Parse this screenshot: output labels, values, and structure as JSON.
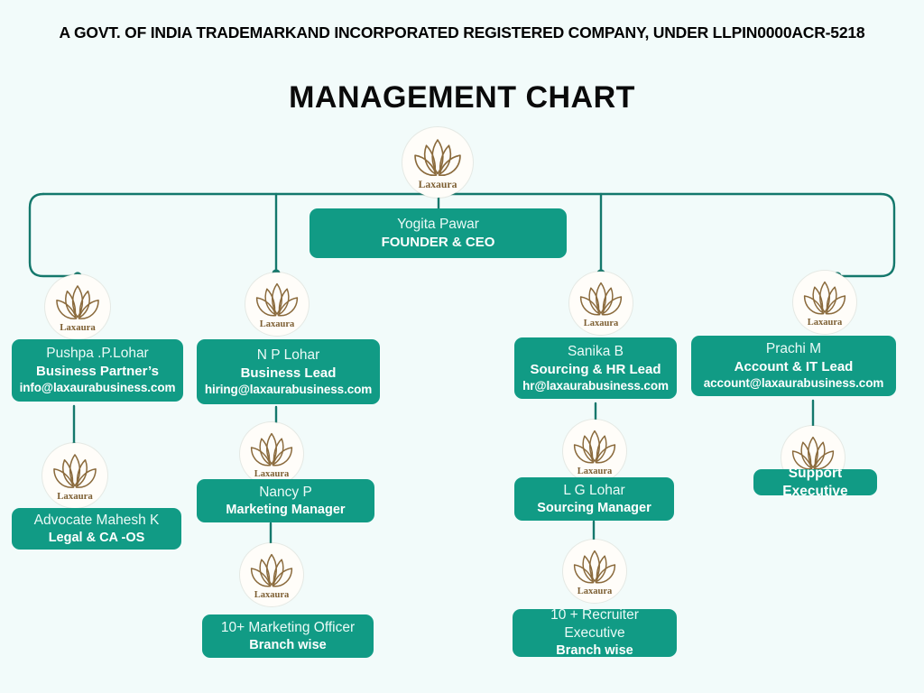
{
  "header": {
    "banner": "A GOVT. OF INDIA TRADEMARKAND INCORPORATED  REGISTERED COMPANY, UNDER LLPIN0000ACR-5218",
    "title": "MANAGEMENT CHART"
  },
  "brand": {
    "logo_text": "Laxaura",
    "logo_icon": "lotus-icon",
    "logo_color": "#8a6a3c"
  },
  "colors": {
    "background": "#f2fbfa",
    "node_fill": "#119b85",
    "node_text": "#ffffff",
    "connector": "#14786c"
  },
  "nodes": {
    "ceo": {
      "name": "Yogita Pawar",
      "role": "FOUNDER & CEO",
      "email": ""
    },
    "partner": {
      "name": "Pushpa .P.Lohar",
      "role": "Business Partner’s",
      "email": "info@laxaurabusiness.com"
    },
    "bizlead": {
      "name": "N  P  Lohar",
      "role": "Business Lead",
      "email": "hiring@laxaurabusiness.com"
    },
    "hrlead": {
      "name": "Sanika B",
      "role": "Sourcing & HR Lead",
      "email": "hr@laxaurabusiness.com"
    },
    "itlead": {
      "name": "Prachi M",
      "role": "Account &  IT Lead",
      "email": "account@laxaurabusiness.com"
    },
    "legal": {
      "name": "Advocate Mahesh K",
      "role": "Legal & CA  -OS",
      "email": ""
    },
    "mktmgr": {
      "name": "Nancy P",
      "role": "Marketing Manager",
      "email": ""
    },
    "srcmgr": {
      "name": "L G Lohar",
      "role": "Sourcing Manager",
      "email": ""
    },
    "support": {
      "name": "",
      "role": "Support Executive",
      "email": ""
    },
    "mktofficer": {
      "name": "10+ Marketing Officer",
      "role": "Branch wise",
      "email": ""
    },
    "recruiter": {
      "name": "10 + Recruiter Executive",
      "role": "Branch wise",
      "email": ""
    }
  }
}
